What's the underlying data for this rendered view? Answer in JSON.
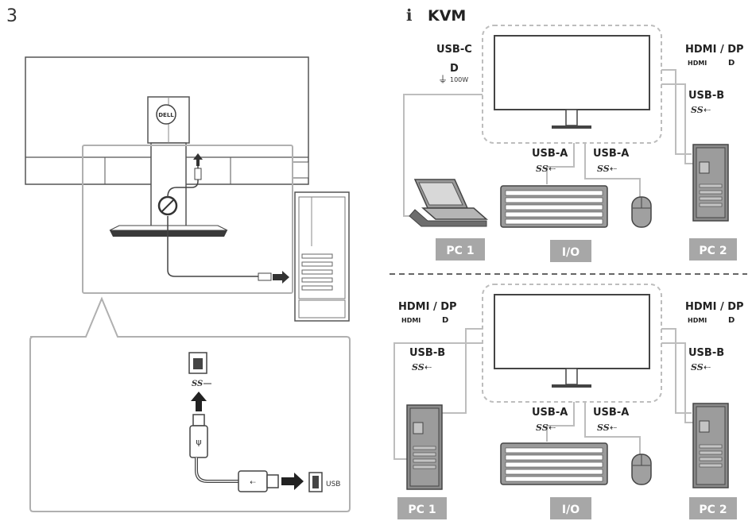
{
  "step_number": "3",
  "kvm_section": {
    "title": "KVM",
    "title_icon": "info-icon"
  },
  "left_panel": {
    "brand_logo_text": "DELL",
    "usb_port_label": "USB",
    "ss_usb_symbol": "SS"
  },
  "top_config": {
    "usb_c_label": "USB-C",
    "power_delivery_label": "100W",
    "hdmi_dp_right": "HDMI / DP",
    "usb_b_right": "USB-B",
    "usb_a_left": "USB-A",
    "usb_a_right": "USB-A",
    "pc1_label": "PC 1",
    "io_label": "I/O",
    "pc2_label": "PC 2"
  },
  "bottom_config": {
    "hdmi_dp_left": "HDMI / DP",
    "hdmi_dp_right": "HDMI / DP",
    "usb_b_left": "USB-B",
    "usb_b_right": "USB-B",
    "usb_a_left": "USB-A",
    "usb_a_right": "USB-A",
    "pc1_label": "PC 1",
    "io_label": "I/O",
    "pc2_label": "PC 2"
  },
  "symbols": {
    "hdmi_text": "HDMI",
    "dp_symbol": "D",
    "ss_text": "SS"
  },
  "colors": {
    "line": "#444444",
    "light_line": "#9a9a9a",
    "tower_fill": "#8a8a8a",
    "button_fill": "#a7a7a7",
    "dashed_zone": "#bdbdbd"
  }
}
